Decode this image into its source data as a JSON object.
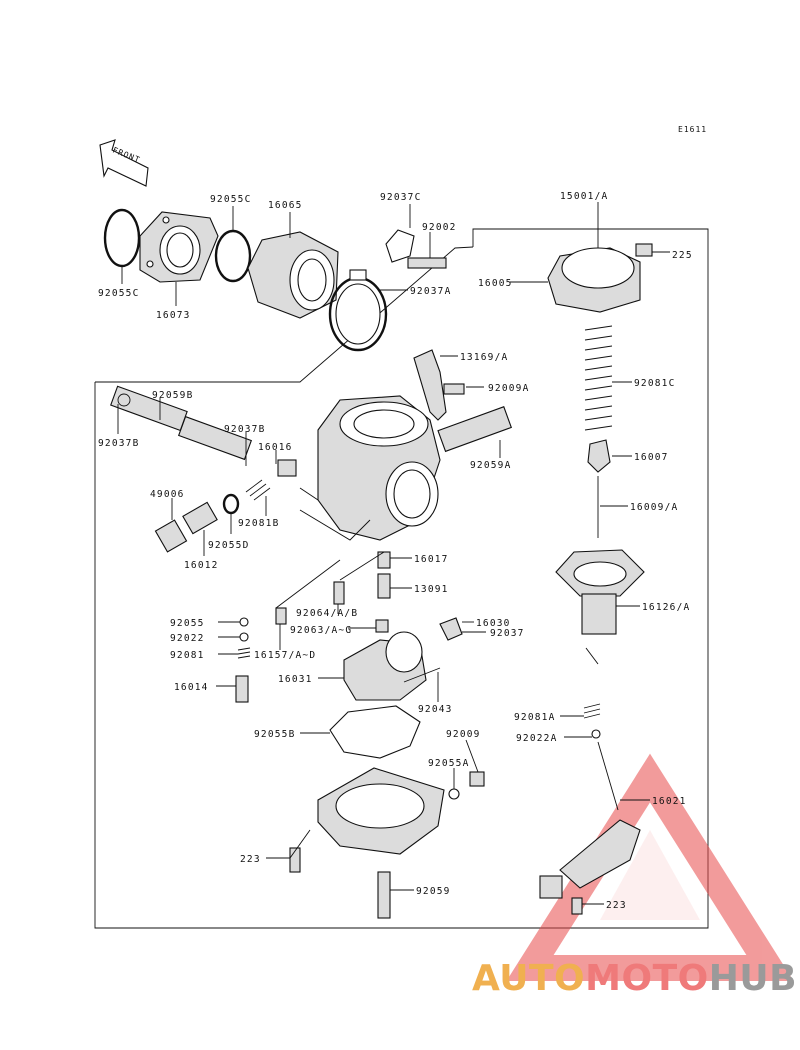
{
  "diagram": {
    "code": "E1611",
    "front_label": "FRONT",
    "labels": {
      "l_15001A": "15001/A",
      "l_225": "225",
      "l_16005": "16005",
      "l_92081C": "92081C",
      "l_16007": "16007",
      "l_16009A": "16009/A",
      "l_16126A": "16126/A",
      "l_92055C_top": "92055C",
      "l_16065": "16065",
      "l_92037C": "92037C",
      "l_92002": "92002",
      "l_92037A": "92037A",
      "l_92055C_left": "92055C",
      "l_16073": "16073",
      "l_13169A": "13169/A",
      "l_92009A": "92009A",
      "l_92059B": "92059B",
      "l_92037B_left": "92037B",
      "l_92037B": "92037B",
      "l_16016": "16016",
      "l_92059A": "92059A",
      "l_49006": "49006",
      "l_92081B": "92081B",
      "l_92055D": "92055D",
      "l_16012": "16012",
      "l_16017": "16017",
      "l_13091": "13091",
      "l_92055": "92055",
      "l_92064": "92064/A/B",
      "l_16030": "16030",
      "l_92022": "92022",
      "l_92063": "92063/A~G",
      "l_92037": "92037",
      "l_92081": "92081",
      "l_16157": "16157/A~D",
      "l_16014": "16014",
      "l_16031": "16031",
      "l_92043": "92043",
      "l_92081A": "92081A",
      "l_92022A": "92022A",
      "l_92055B": "92055B",
      "l_92009": "92009",
      "l_92055A": "92055A",
      "l_16021": "16021",
      "l_223_left": "223",
      "l_223_right": "223",
      "l_92059": "92059"
    }
  },
  "watermark": {
    "part1": "AUTO",
    "part2": "MOTO",
    "part3": "HUB",
    "colors": {
      "triangle": "#e84a4a",
      "auto": "#f0b050",
      "moto": "#ef7a7a",
      "hub": "#9a9a9a"
    }
  }
}
